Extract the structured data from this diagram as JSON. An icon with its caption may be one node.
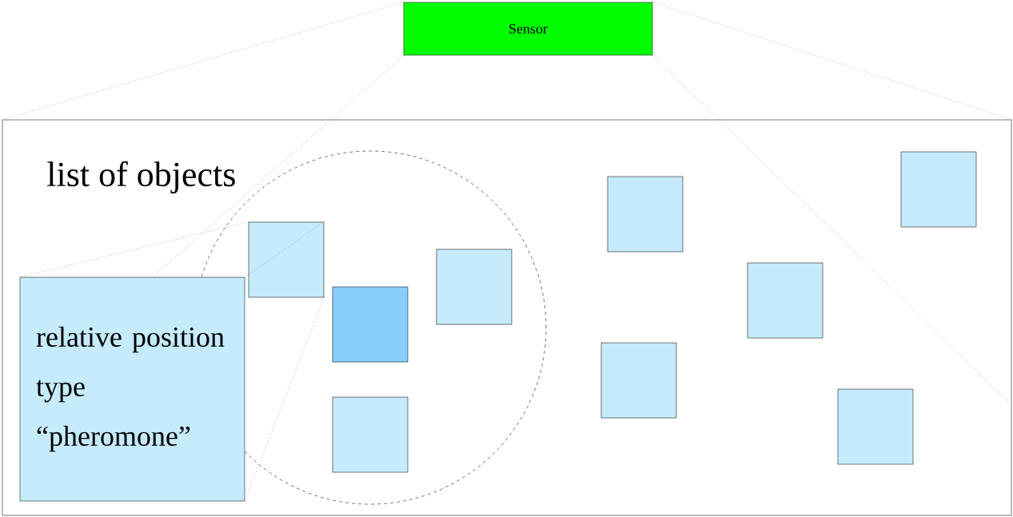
{
  "diagram": {
    "nodes": [
      {
        "text": [
          "Sensor"
        ]
      },
      {
        "text": [],
        "shape": "box"
      },
      {
        "text": [
          "list of objects"
        ],
        "in": 1
      },
      {
        "text": [
          "relative position",
          "type",
          "“pheromone”"
        ],
        "in": 1
      },
      {
        "text": [],
        "shape": "box",
        "in": 2
      },
      {
        "text": [],
        "shape": "box",
        "in": 2
      },
      {
        "text": [],
        "shape": "box",
        "in": 2
      },
      {
        "text": [],
        "shape": "box",
        "in": 2
      },
      {
        "text": [],
        "shape": "box",
        "in": 1
      },
      {
        "text": [],
        "shape": "box",
        "in": 1
      },
      {
        "text": [],
        "shape": "box",
        "in": 1
      },
      {
        "text": [],
        "shape": "box",
        "in": 1
      },
      {
        "text": [],
        "shape": "box",
        "in": 1
      }
    ],
    "edges": [
      {
        "from": 0,
        "to": 1,
        "arrow": "none"
      },
      {
        "from": 0,
        "to": 1,
        "arrow": "none"
      },
      {
        "from": 0,
        "to": 3,
        "arrow": "none"
      },
      {
        "from": 0,
        "to": 1,
        "arrow": "none"
      },
      {
        "from": 4,
        "to": 3,
        "arrow": "none"
      },
      {
        "from": 4,
        "to": 3,
        "arrow": "none"
      },
      {
        "from": 4,
        "to": 3,
        "arrow": "none"
      }
    ]
  }
}
